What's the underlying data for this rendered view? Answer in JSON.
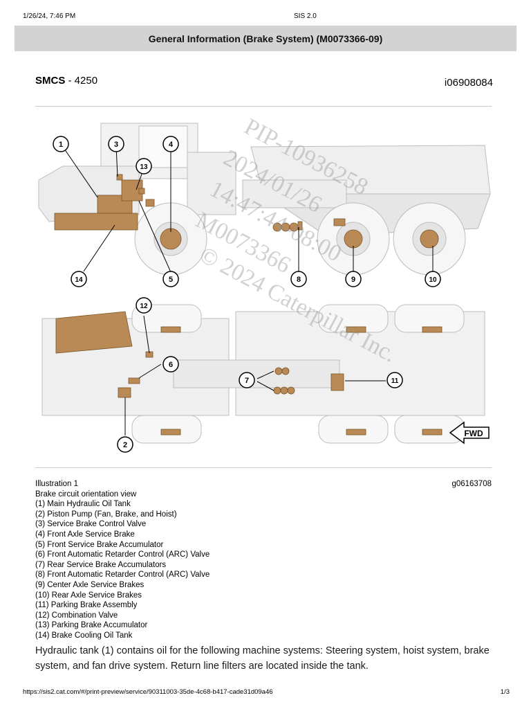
{
  "header": {
    "datetime": "1/26/24, 7:46 PM",
    "app_name": "SIS 2.0",
    "title": "General Information (Brake System) (M0073366-09)"
  },
  "meta": {
    "smcs_label": "SMCS",
    "smcs_value": " - 4250",
    "doc_id": "i06908084"
  },
  "illustration": {
    "watermark_lines": [
      "PIP-10936258",
      "2024/01/26",
      "14:47:44-08:00",
      "M0073366",
      "© 2024 Caterpillar Inc."
    ],
    "callouts": [
      "1",
      "3",
      "4",
      "13",
      "14",
      "5",
      "8",
      "9",
      "10",
      "12",
      "6",
      "7",
      "11",
      "2"
    ],
    "fwd_label": "FWD",
    "title": "Illustration 1",
    "graphic_id": "g06163708",
    "description": "Brake circuit orientation view",
    "legend": [
      "(1) Main Hydraulic Oil Tank",
      "(2) Piston Pump (Fan, Brake, and Hoist)",
      "(3) Service Brake Control Valve",
      "(4) Front Axle Service Brake",
      "(5) Front Service Brake Accumulator",
      "(6) Front Automatic Retarder Control (ARC) Valve",
      "(7) Rear Service Brake Accumulators",
      "(8) Front Automatic Retarder Control (ARC) Valve",
      "(9) Center Axle Service Brakes",
      "(10) Rear Axle Service Brakes",
      "(11) Parking Brake Assembly",
      "(12) Combination Valve",
      "(13) Parking Brake Accumulator",
      "(14) Brake Cooling Oil Tank"
    ]
  },
  "body": {
    "paragraph": "Hydraulic tank (1) contains oil for the following machine systems: Steering system, hoist system, brake system, and fan drive system. Return line filters are located inside the tank."
  },
  "footer": {
    "url": "https://sis2.cat.com/#/print-preview/service/90311003-35de-4c68-b417-cade31d09a46",
    "page": "1/3"
  }
}
